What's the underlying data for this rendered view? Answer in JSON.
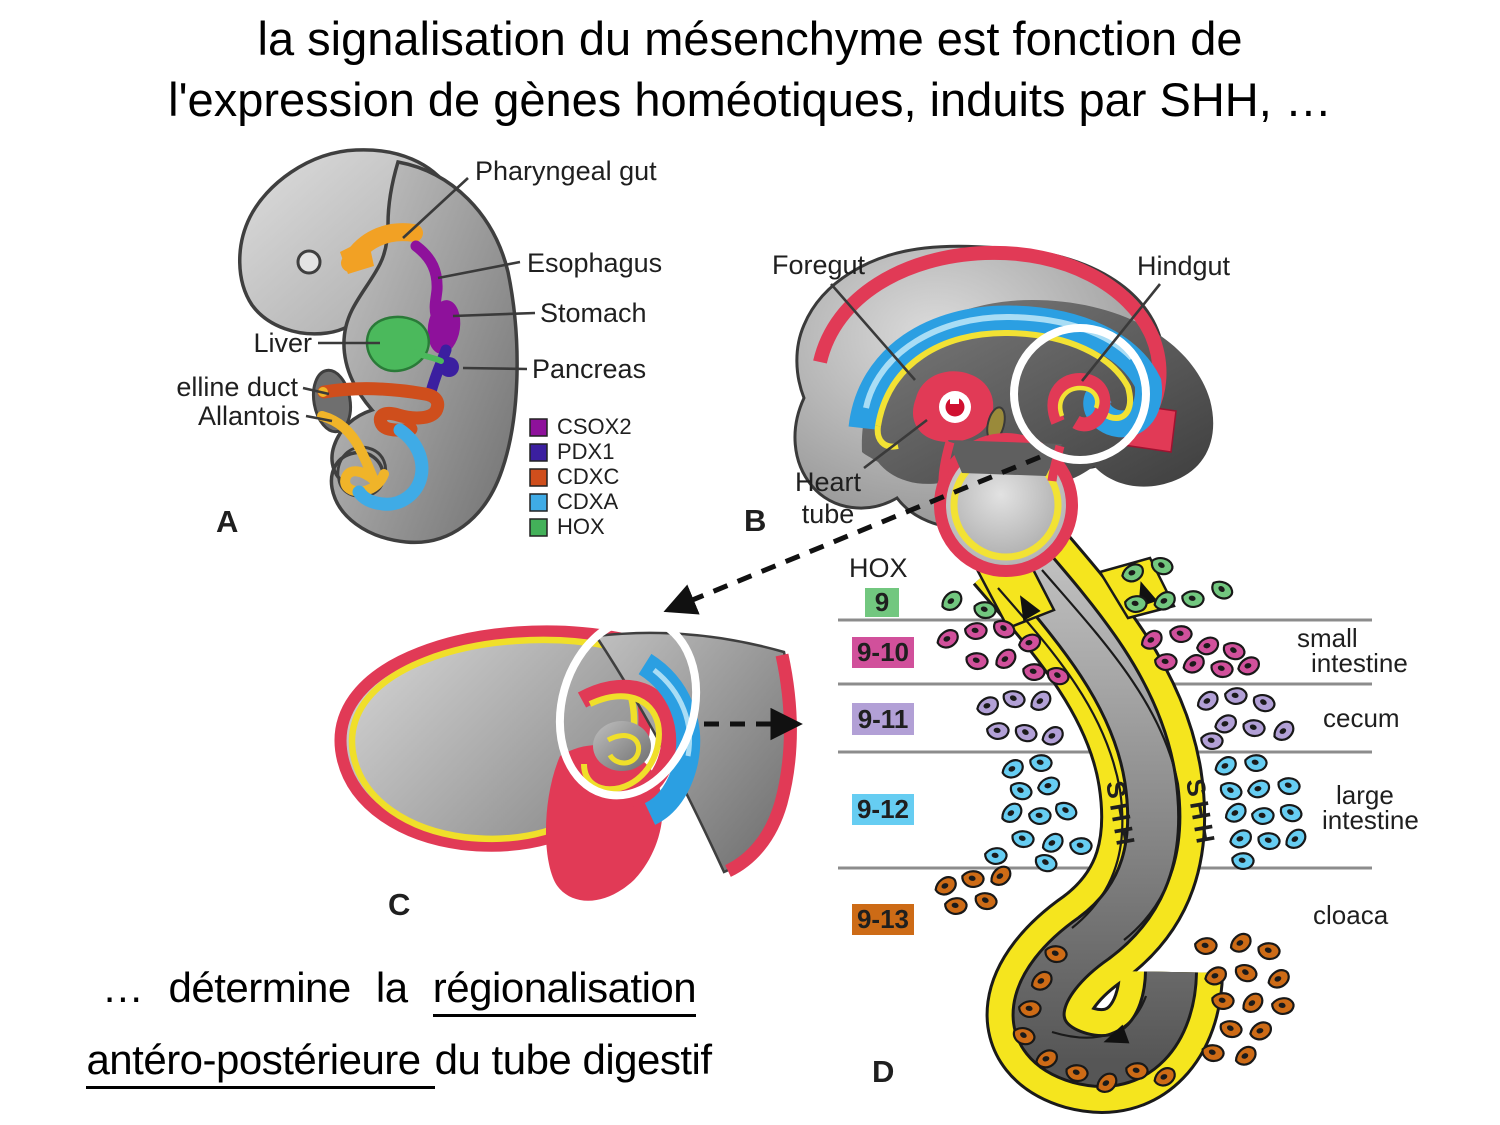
{
  "title": {
    "line1": "la signalisation du mésenchyme est fonction de",
    "line2": "l'expression de gènes homéotiques, induits par SHH, …"
  },
  "caption": {
    "line1_plain": "… détermine  la",
    "line1_underlined": "régionalisation",
    "line2_underlined": "antéro-postérieure",
    "line2_plain": "du tube digestif"
  },
  "panelA": {
    "letter": "A",
    "labels": {
      "pharyngeal_gut": "Pharyngeal gut",
      "esophagus": "Esophagus",
      "stomach": "Stomach",
      "pancreas": "Pancreas",
      "liver": "Liver",
      "vitelline_duct": "elline duct",
      "allantois": "Allantois"
    },
    "legend": [
      {
        "label": "CSOX2",
        "color": "#8e119b"
      },
      {
        "label": "PDX1",
        "color": "#3b1fa0"
      },
      {
        "label": "CDXC",
        "color": "#cf4e1c"
      },
      {
        "label": "CDXA",
        "color": "#3fabe6"
      },
      {
        "label": "HOX",
        "color": "#43b159"
      }
    ]
  },
  "panelB": {
    "letter": "B",
    "labels": {
      "foregut": "Foregut",
      "hindgut": "Hindgut",
      "heart_tube_line1": "Heart",
      "heart_tube_line2": "tube"
    }
  },
  "panelC": {
    "letter": "C"
  },
  "panelD": {
    "letter": "D",
    "hox_header": "HOX",
    "shh_label": "SHH",
    "hox_boxes": [
      {
        "label": "9",
        "color": "#72c77f"
      },
      {
        "label": "9-10",
        "color": "#d1509b"
      },
      {
        "label": "9-11",
        "color": "#b2a0d6"
      },
      {
        "label": "9-12",
        "color": "#66cdf2"
      },
      {
        "label": "9-13",
        "color": "#cd6b16"
      }
    ],
    "region_labels": {
      "small_intestine_l1": "small",
      "small_intestine_l2": "intestine",
      "cecum": "cecum",
      "large_intestine_l1": "large",
      "large_intestine_l2": "intestine",
      "cloaca": "cloaca"
    }
  }
}
